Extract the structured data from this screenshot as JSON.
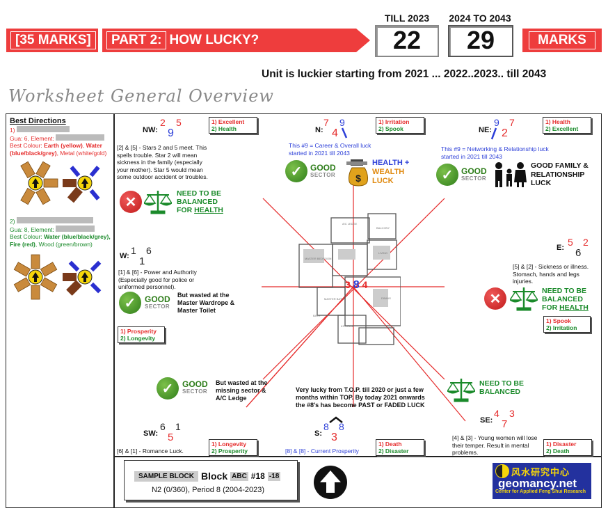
{
  "header": {
    "marks_label": "[35 MARKS]",
    "part_label": "PART 2:",
    "part_title": "HOW LUCKY?",
    "till_label": "TILL 2023",
    "till_value": "22",
    "future_label": "2024 TO 2043",
    "future_value": "29",
    "marks_word": "MARKS",
    "luck_statement": "Unit is luckier starting from 2021 ... 2022..2023.. till 2043",
    "worksheet_title": "Worksheet General Overview"
  },
  "best_directions": {
    "title": "Best Directions",
    "p1": {
      "num": "1)",
      "gua": "Gua: 6, Element:",
      "colour_prefix": "Best Colour: ",
      "earth": "Earth (yellow)",
      "sep": ", ",
      "water": "Water (blue/black/grey)",
      "metal": ", Metal (white/gold)"
    },
    "p2": {
      "num": "2)",
      "gua": "Gua: 8, Element:",
      "colour_prefix": "Best Colour: ",
      "water": "Water (blue/black/grey)",
      "fire": ", Fire (red)",
      "wood": ", Wood (green/brown)"
    }
  },
  "sectors": {
    "nw": {
      "label": "NW:",
      "top_left": "2",
      "top_right": "5",
      "bottom": "9",
      "tag1": "1) Excellent",
      "tag2": "2) Health",
      "desc": "[2] & [5] - Stars 2 and 5 meet. This spells trouble. Star 2 will mean sickness in the family (especially your mother). Star 5 would mean some outdoor accident or troubles.",
      "verdict1": "NEED TO BE",
      "verdict2": "BALANCED",
      "verdict3": "FOR ",
      "verdict4": "HEALTH"
    },
    "n": {
      "label": "N:",
      "top_left": "7",
      "top_right": "9",
      "bottom": "4",
      "tag1": "1) Irritation",
      "tag2": "2) Spook",
      "note": "This #9 = Career & Overall luck started in 2021 till 2043",
      "good": "GOOD",
      "sector": "SECTOR",
      "extra1": "HEALTH +",
      "extra2": "WEALTH",
      "extra3": "LUCK"
    },
    "ne": {
      "label": "NE:",
      "top_left": "9",
      "top_right": "7",
      "bottom": "2",
      "tag1": "1) Health",
      "tag2": "2) Excellent",
      "note": "This #9 = Networking & Relationship luck started in 2021 till 2043",
      "good": "GOOD",
      "sector": "SECTOR",
      "extra": "GOOD FAMILY & RELATIONSHIP LUCK"
    },
    "w": {
      "label": "W:",
      "top_left": "1",
      "top_right": "6",
      "bottom": "1",
      "desc": "[1] & [6] - Power and Authority (Especially good for police or uniformed personnel).",
      "good": "GOOD",
      "sector": "SECTOR",
      "extra": "But wasted at the Master Wardrope & Master Toilet",
      "tag1": "1) Prosperity",
      "tag2": "2) Longevity"
    },
    "e": {
      "label": "E:",
      "top_left": "5",
      "top_right": "2",
      "bottom": "6",
      "desc": "[5] & [2] - Sickness or illness. Stomach, hands and legs injuries.",
      "verdict1": "NEED TO BE",
      "verdict2": "BALANCED",
      "verdict3": "FOR ",
      "verdict4": "HEALTH",
      "tag1": "1) Spook",
      "tag2": "2) Irritation"
    },
    "sw": {
      "label": "SW:",
      "top_left": "6",
      "top_right": "1",
      "bottom": "5",
      "good": "GOOD",
      "sector": "SECTOR",
      "extra": "But wasted at the missing sector & A/C Ledge",
      "desc": "[6] & [1] - Romance Luck.",
      "tag1": "1) Longevity",
      "tag2": "2) Prosperity"
    },
    "s": {
      "label": "S:",
      "top_left": "8",
      "top_right": "8",
      "bottom": "3",
      "note": "Very lucky from T.O.P. till 2020 or just a few months within TOP. By today 2021 onwards the #8's has become PAST or FADED LUCK",
      "desc": "[8] & [8] - Current Prosperity",
      "tag1": "1) Death",
      "tag2": "2) Disaster"
    },
    "se": {
      "label": "SE:",
      "top_left": "4",
      "top_right": "3",
      "bottom": "7",
      "verdict1": "NEED TO BE",
      "verdict2": "BALANCED",
      "desc": "[4] & [3] - Young women will lose their temper. Result in mental problems.",
      "tag1": "1) Disaster",
      "tag2": "2) Death"
    },
    "center": {
      "a": "3",
      "b": "8",
      "c": "4"
    }
  },
  "footer": {
    "sample_block": "SAMPLE BLOCK",
    "block_word": "Block",
    "block_code": "ABC",
    "block_num": "#18",
    "block_unit": "-18",
    "facing": "N2 (0/360), Period 8 (2004-2023)",
    "logo_chinese": "风水研究中心",
    "logo_name": "geomancy.net",
    "logo_sub": "Center for Applied Feng Shui Research"
  },
  "colors": {
    "accent_red": "#ee3d3d",
    "good_green": "#2e7d1a",
    "star_red": "#e52b2b",
    "star_blue": "#2c3fd8"
  }
}
